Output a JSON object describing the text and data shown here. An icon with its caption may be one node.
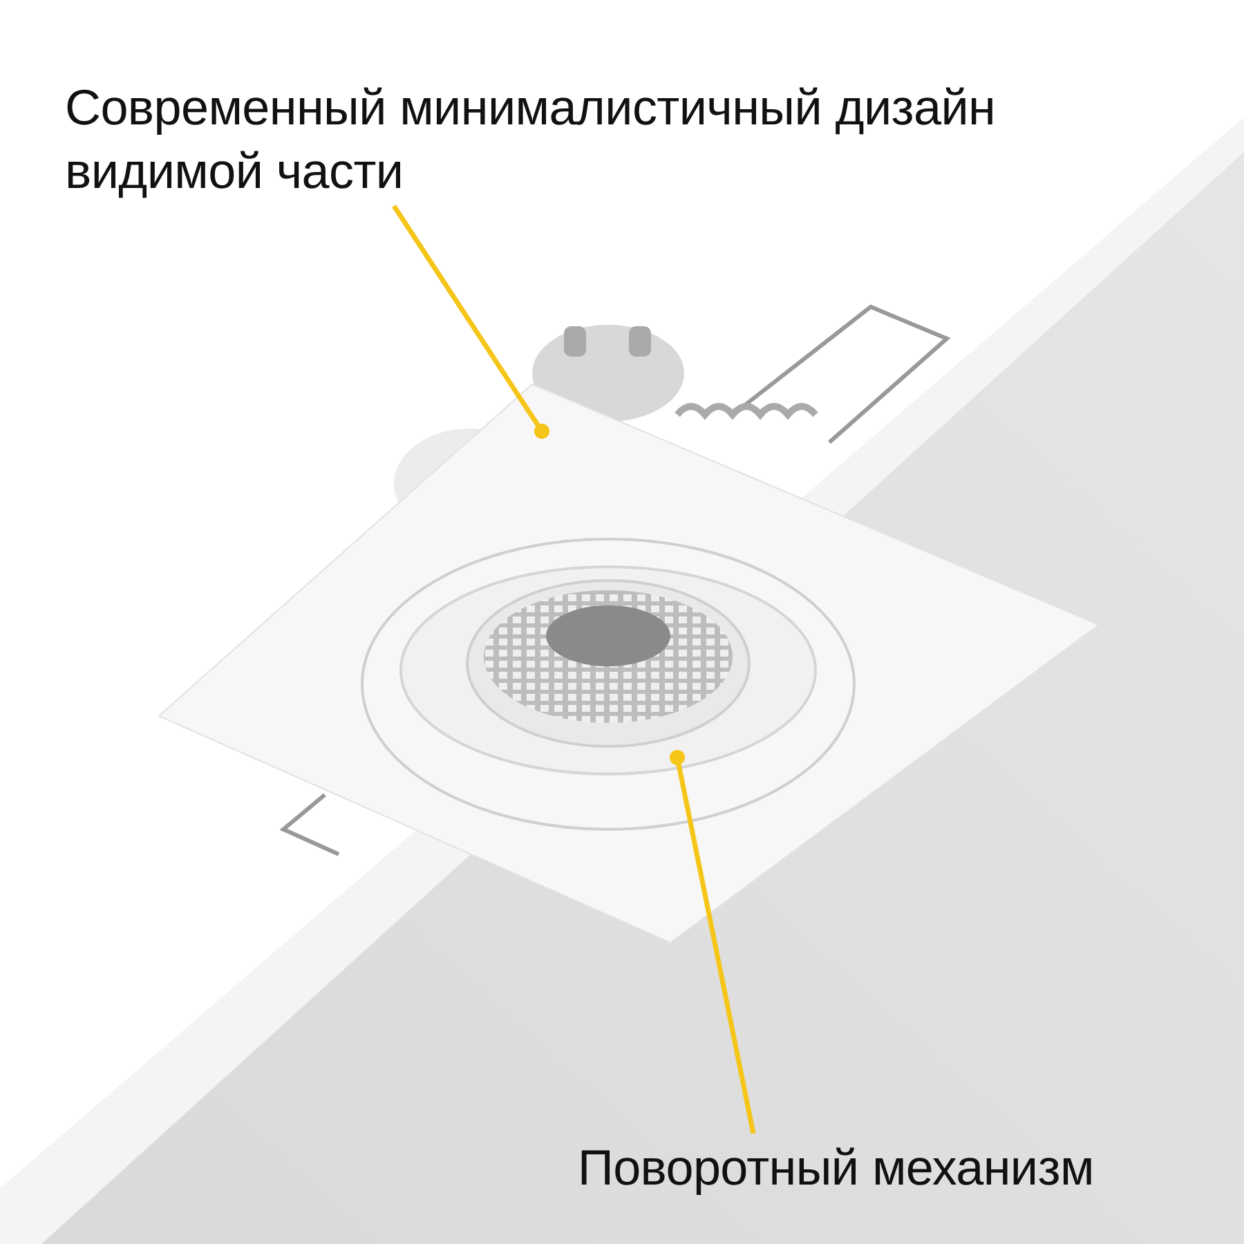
{
  "diagram": {
    "nodes": [
      {
        "text": [
          "Современный минималистичный дизайн видимой части"
        ]
      },
      {
        "text": [
          "Поворотный механизм"
        ]
      },
      {
        "text": [],
        "shape": "box"
      },
      {
        "text": [],
        "shape": "circle",
        "in": 2
      }
    ],
    "edges": [
      {
        "from": 0,
        "to": 2,
        "arrow": "other",
        "color": "#f5c518"
      },
      {
        "from": 1,
        "to": 3,
        "arrow": "other",
        "color": "#f5c518"
      }
    ]
  }
}
